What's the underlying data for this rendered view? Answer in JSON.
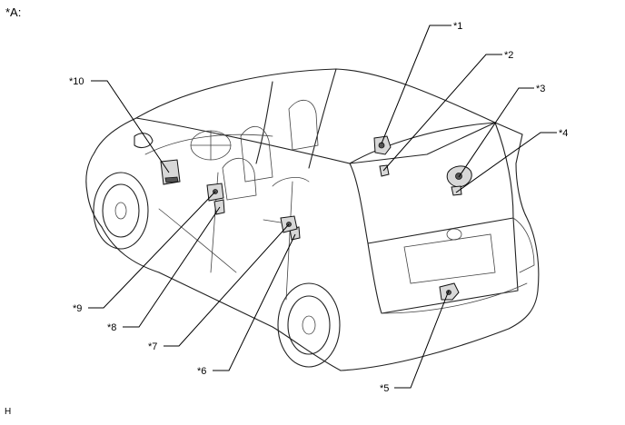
{
  "view_label": "*A:",
  "footer_mark": "H",
  "callouts": [
    {
      "label": "*1"
    },
    {
      "label": "*2"
    },
    {
      "label": "*3"
    },
    {
      "label": "*4"
    },
    {
      "label": "*5"
    },
    {
      "label": "*6"
    },
    {
      "label": "*7"
    },
    {
      "label": "*8"
    },
    {
      "label": "*9"
    },
    {
      "label": "*10"
    }
  ]
}
